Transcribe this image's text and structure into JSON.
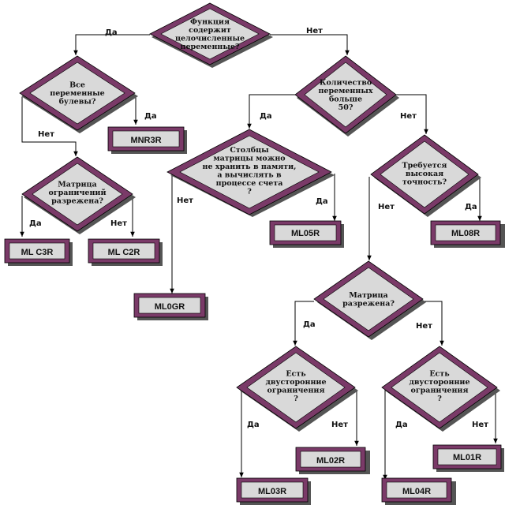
{
  "decisions": {
    "q1": [
      "Функция",
      "содержит",
      "целочисленные",
      "переменные?"
    ],
    "q2": [
      "Все",
      "переменные",
      "булевы?"
    ],
    "q3": [
      "Количество",
      "переменных",
      "больше",
      "50?"
    ],
    "q4": [
      "Матрица",
      "ограничений",
      "разрежена?"
    ],
    "q5": [
      "Столбцы",
      "матрицы можно",
      "не хранить в памяти,",
      "а вычислять в",
      "процессе счета",
      "?"
    ],
    "q6": [
      "Требуется",
      "высокая",
      "точность?"
    ],
    "q7": [
      "Матрица",
      "разрежена?"
    ],
    "q8": [
      "Есть",
      "двусторонние",
      "ограничения",
      "?"
    ],
    "q9": [
      "Есть",
      "двусторонние",
      "ограничения",
      "?"
    ]
  },
  "results": {
    "mnr3r": "MNR3R",
    "mlc3r": "ML C3R",
    "mlc2r": "ML C2R",
    "ml05r": "ML05R",
    "ml0gr": "ML0GR",
    "ml08r": "ML08R",
    "ml02r": "ML02R",
    "ml01r": "ML01R",
    "ml03r": "ML03R",
    "ml04r": "ML04R"
  },
  "edges": {
    "yes": "Да",
    "no": "Нет"
  },
  "colors": {
    "diamond_fill": "#d9d9d9",
    "diamond_border": "#7a3a68",
    "box_fill": "#d9d9d9",
    "box_border": "#7a3a68"
  }
}
